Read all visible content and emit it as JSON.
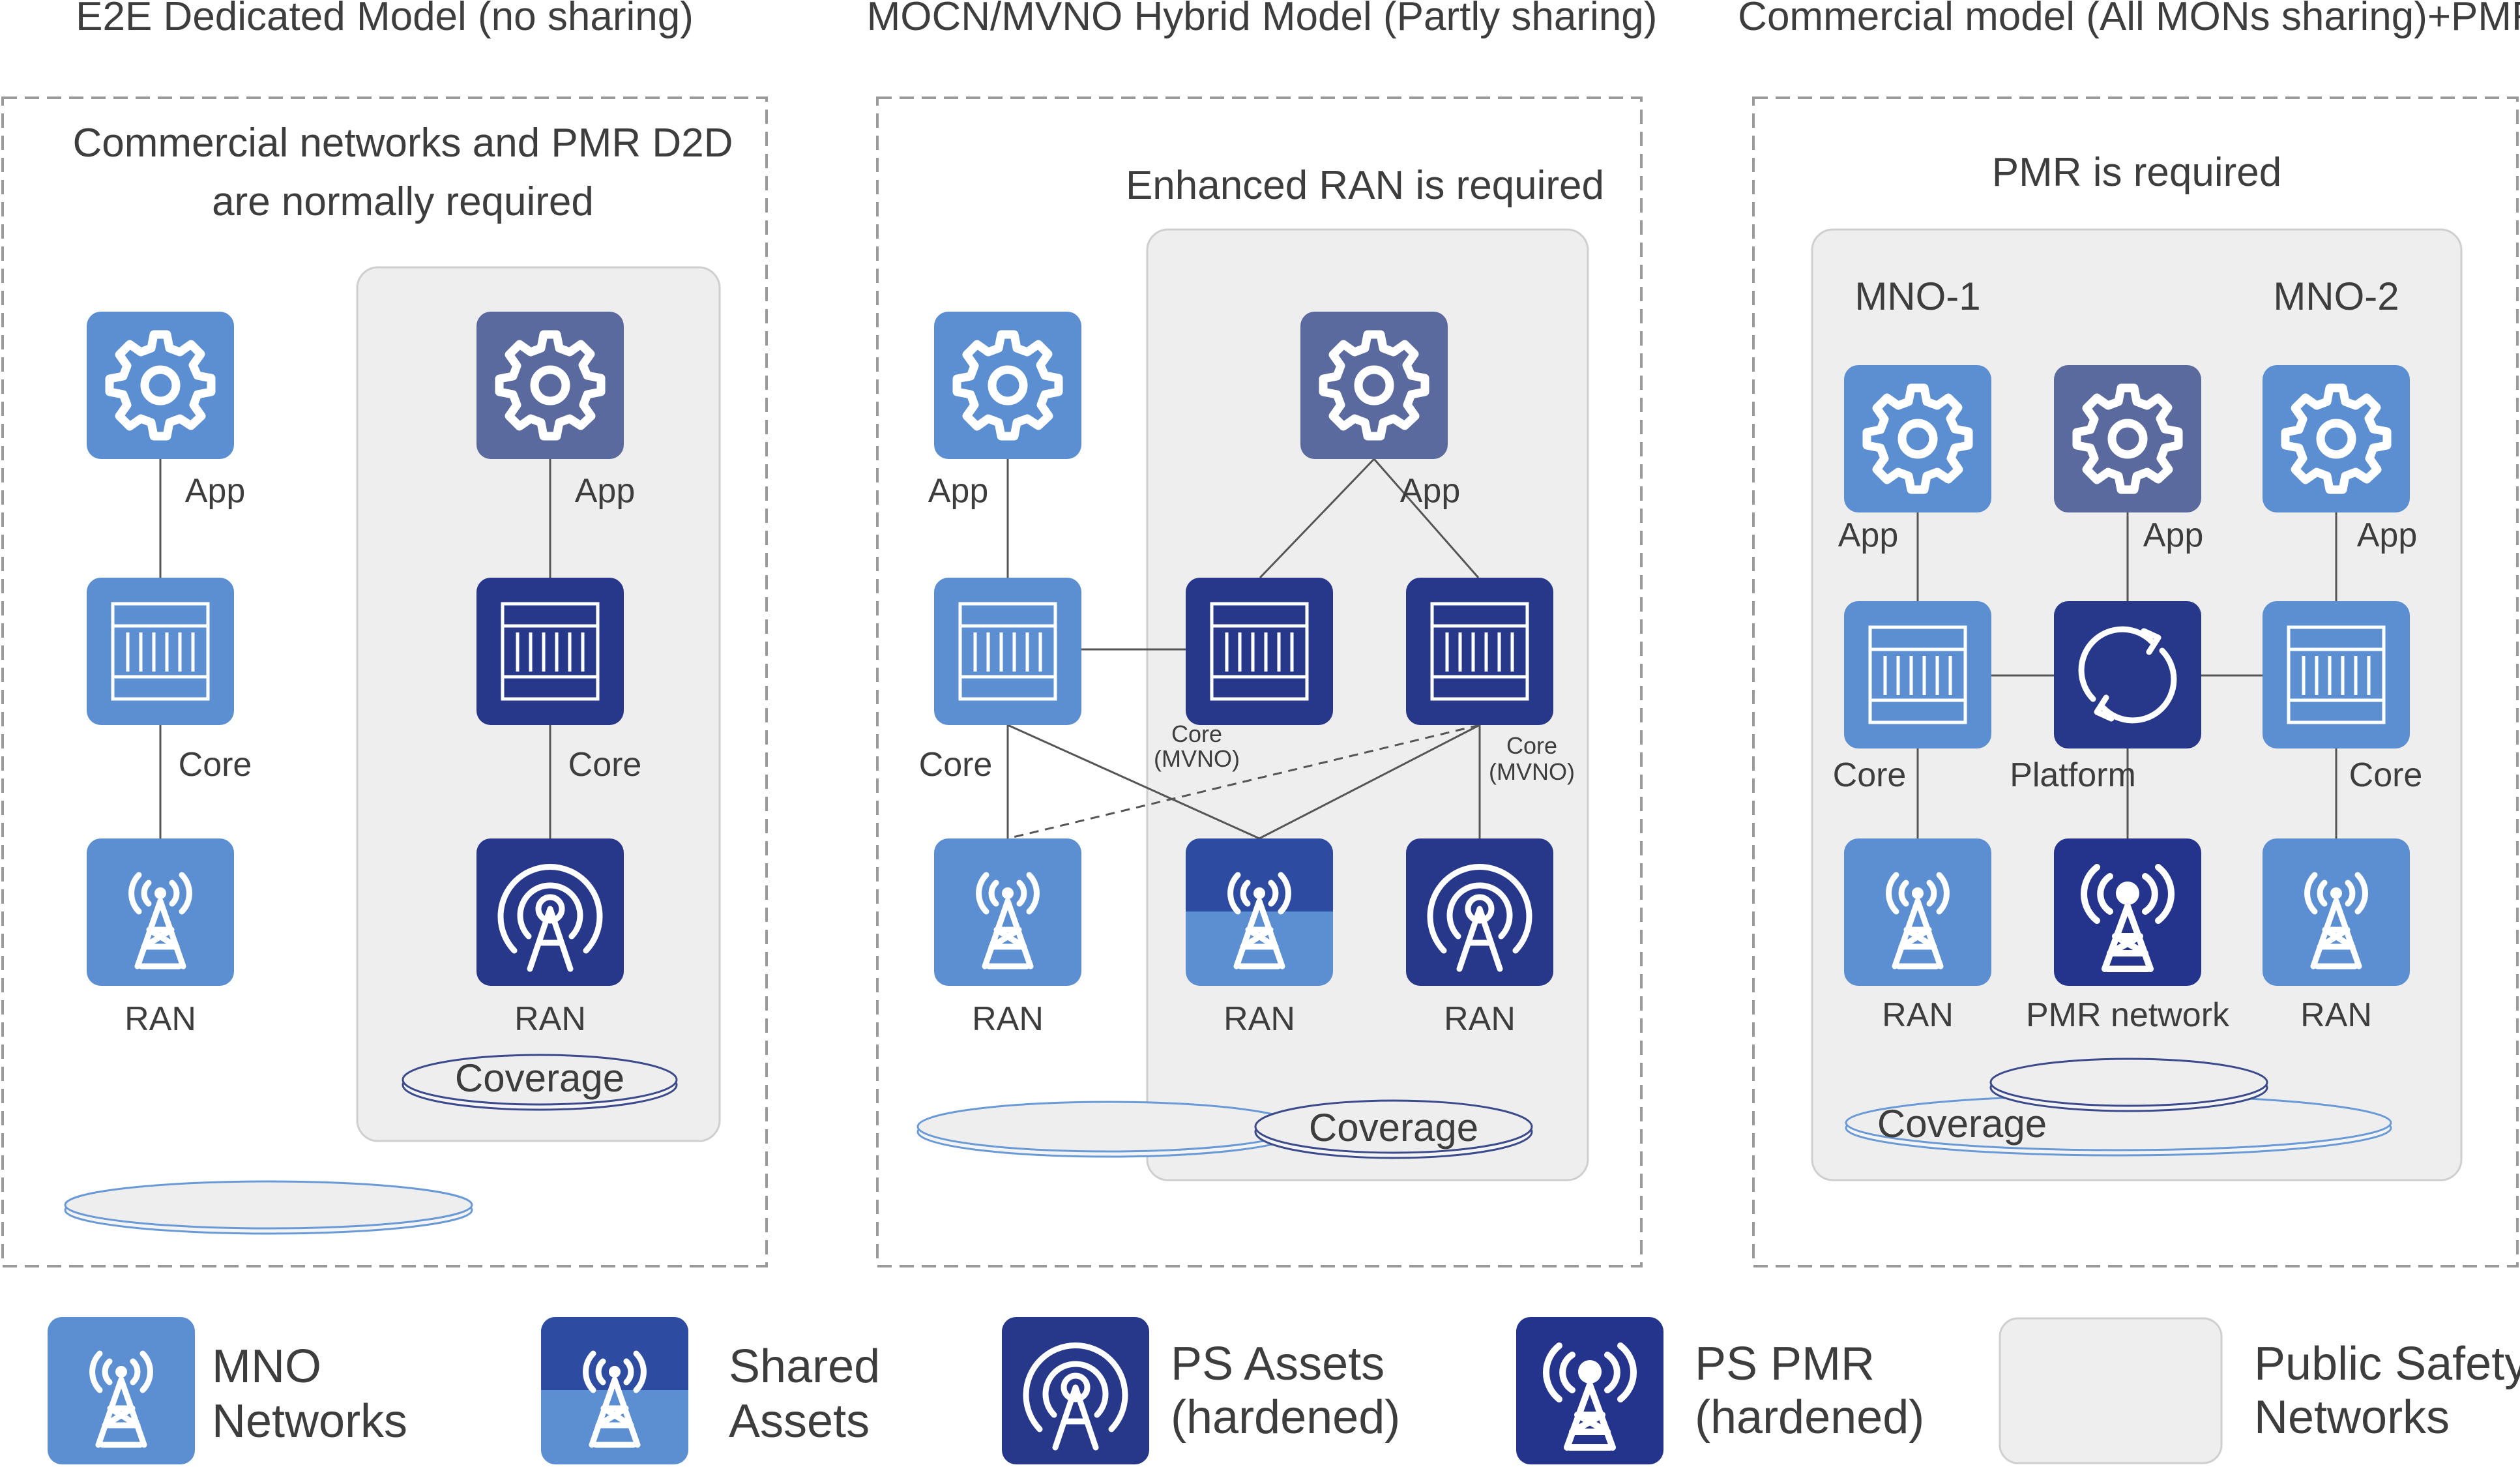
{
  "colors": {
    "mno": "#5b8fd1",
    "shared_dark": "#2d4ba0",
    "shared_light": "#5b8fd1",
    "ps_asset": "#27388a",
    "ps_app": "#5a6a9e",
    "ps_pmr": "#24348c",
    "ps_network_bg": "#eeeeee",
    "ps_network_border": "#cfcfcf",
    "dashed_border": "#9a9a9a",
    "line": "#555555",
    "text": "#3d3d3d"
  },
  "icons": {
    "app": "gear-icon",
    "core": "server-grid-icon",
    "ran": "radio-tower-icon",
    "ps_ran": "broadcast-tower-icon",
    "platform": "sync-arrows-icon",
    "pmr": "pmr-tower-icon"
  },
  "panels": [
    {
      "title": "E2E Dedicated Model (no sharing)",
      "subtitle_line1": "Commercial networks and PMR D2D",
      "subtitle_line2": "are normally required",
      "labels": {
        "app_left": "App",
        "core_left": "Core",
        "ran_left": "RAN",
        "app_right": "App",
        "core_right": "Core",
        "ran_right": "RAN"
      },
      "coverage": "Coverage"
    },
    {
      "title": "MOCN/MVNO Hybrid Model (Partly sharing)",
      "subtitle": "Enhanced RAN is required",
      "labels": {
        "app_left": "App",
        "core_left": "Core",
        "ran_left": "RAN",
        "app_center": "App",
        "core_mvno_1a": "Core",
        "core_mvno_1b": "(MVNO)",
        "core_mvno_2a": "Core",
        "core_mvno_2b": "(MVNO)",
        "ran_middle": "RAN",
        "ran_right": "RAN"
      },
      "coverage": "Coverage"
    },
    {
      "title": "Commercial model (All MONs sharing)+PMR",
      "subtitle": "PMR is required",
      "operator_1": "MNO-1",
      "operator_2": "MNO-2",
      "labels": {
        "app_1": "App",
        "app_center": "App",
        "app_2": "App",
        "core_1": "Core",
        "platform": "Platform",
        "core_2": "Core",
        "ran_1": "RAN",
        "pmr_network": "PMR network",
        "ran_2": "RAN"
      },
      "coverage": "Coverage"
    }
  ],
  "legend": [
    {
      "line1": "MNO",
      "line2": "Networks"
    },
    {
      "line1": "Shared",
      "line2": "Assets"
    },
    {
      "line1": "PS Assets",
      "line2": "(hardened)"
    },
    {
      "line1": "PS PMR",
      "line2": "(hardened)"
    },
    {
      "line1": "Public Safety",
      "line2": "Networks"
    }
  ]
}
